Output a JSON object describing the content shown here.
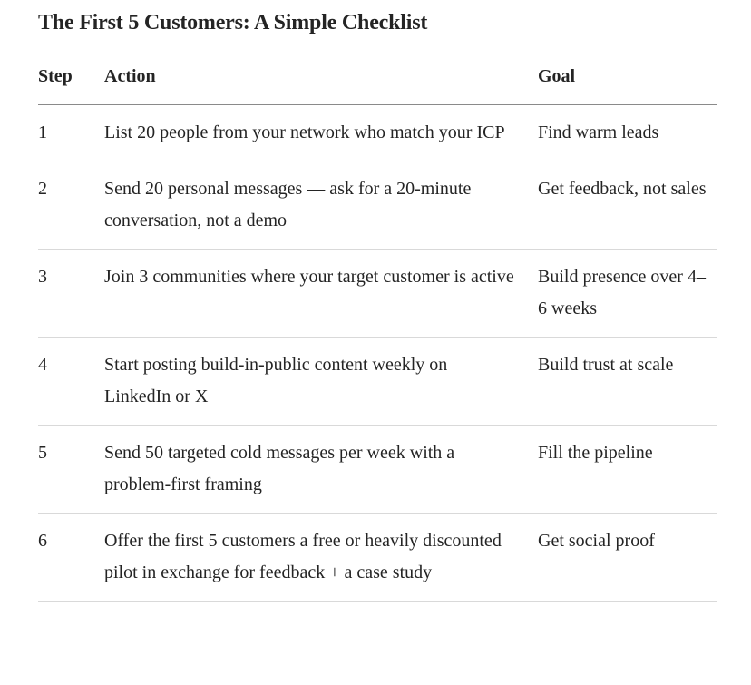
{
  "title": "The First 5 Customers: A Simple Checklist",
  "table": {
    "headers": {
      "step": "Step",
      "action": "Action",
      "goal": "Goal"
    },
    "rows": [
      {
        "step": "1",
        "action": "List 20 people from your network who match your ICP",
        "goal": "Find warm leads"
      },
      {
        "step": "2",
        "action": "Send 20 personal messages — ask for a 20-minute conversation, not a demo",
        "goal": "Get feedback, not sales"
      },
      {
        "step": "3",
        "action": "Join 3 communities where your target customer is active",
        "goal": "Build presence over 4–6 weeks"
      },
      {
        "step": "4",
        "action": "Start posting build-in-public content weekly on LinkedIn or X",
        "goal": "Build trust at scale"
      },
      {
        "step": "5",
        "action": "Send 50 targeted cold messages per week with a problem-first framing",
        "goal": "Fill the pipeline"
      },
      {
        "step": "6",
        "action": "Offer the first 5 customers a free or heavily discounted pilot in exchange for feedback + a case study",
        "goal": "Get social proof"
      }
    ]
  }
}
